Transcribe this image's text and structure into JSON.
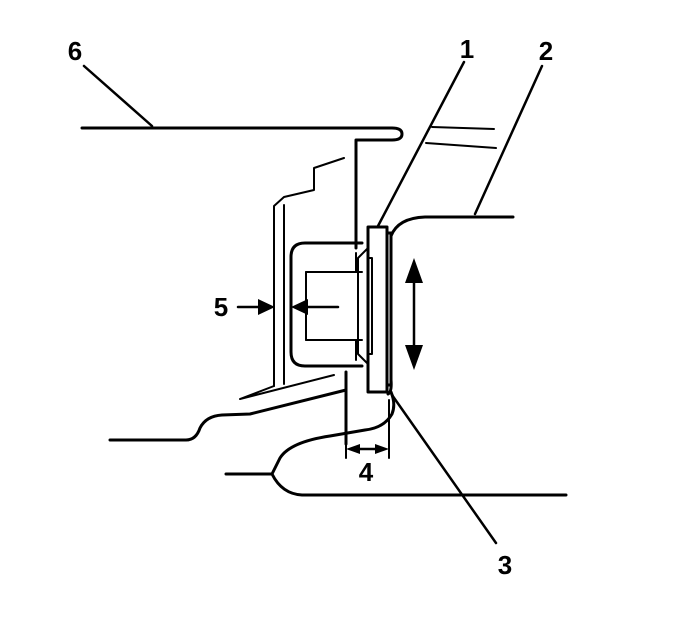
{
  "diagram": {
    "callouts": [
      {
        "id": "1",
        "label": "1"
      },
      {
        "id": "2",
        "label": "2"
      },
      {
        "id": "3",
        "label": "3"
      },
      {
        "id": "4",
        "label": "4"
      },
      {
        "id": "5",
        "label": "5"
      },
      {
        "id": "6",
        "label": "6"
      }
    ],
    "colors": {
      "ink": "#000000",
      "background": "#ffffff"
    }
  }
}
